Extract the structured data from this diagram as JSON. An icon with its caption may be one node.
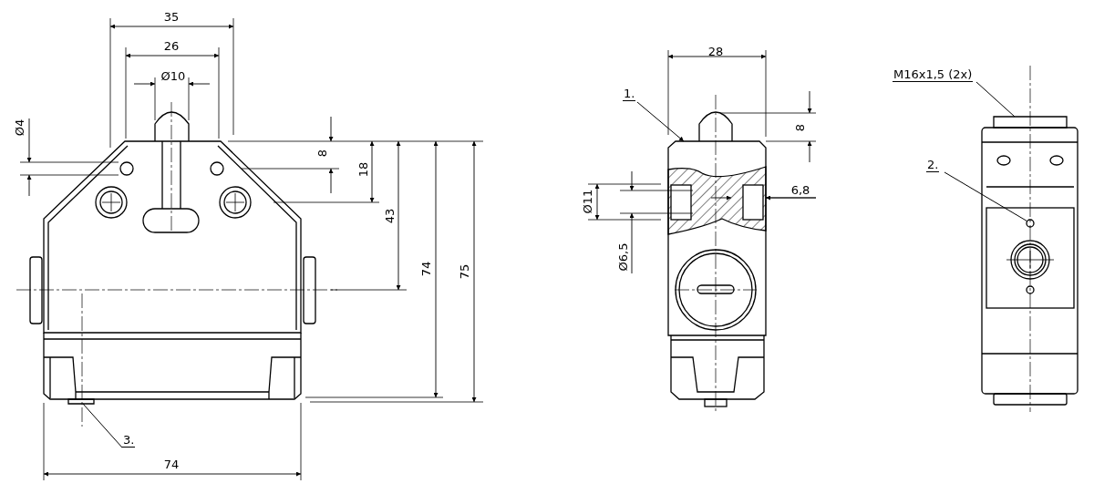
{
  "diagram": {
    "nodes": [
      {
        "text": [
          "1."
        ]
      },
      {
        "text": [
          "2."
        ]
      },
      {
        "text": [
          "3."
        ]
      },
      {
        "text": [
          "M16x1,5 (2x)"
        ]
      },
      {
        "text": [],
        "shape": "box"
      },
      {
        "text": [],
        "shape": "circle"
      },
      {
        "text": [],
        "shape": "box"
      },
      {
        "text": [],
        "shape": "box"
      }
    ],
    "edges": [
      {
        "from": 0,
        "to": 4,
        "arrow": "to"
      },
      {
        "from": 1,
        "to": 5,
        "arrow": "none"
      },
      {
        "from": 2,
        "to": 6,
        "arrow": "none"
      },
      {
        "from": 3,
        "to": 7,
        "arrow": "none"
      }
    ],
    "labels": [
      "35",
      "28",
      "26",
      "Ø10",
      "Ø4",
      "8",
      "8",
      "18",
      "6,8",
      "Ø11",
      "43",
      "Ø6,5",
      "74",
      "75",
      "74"
    ]
  }
}
